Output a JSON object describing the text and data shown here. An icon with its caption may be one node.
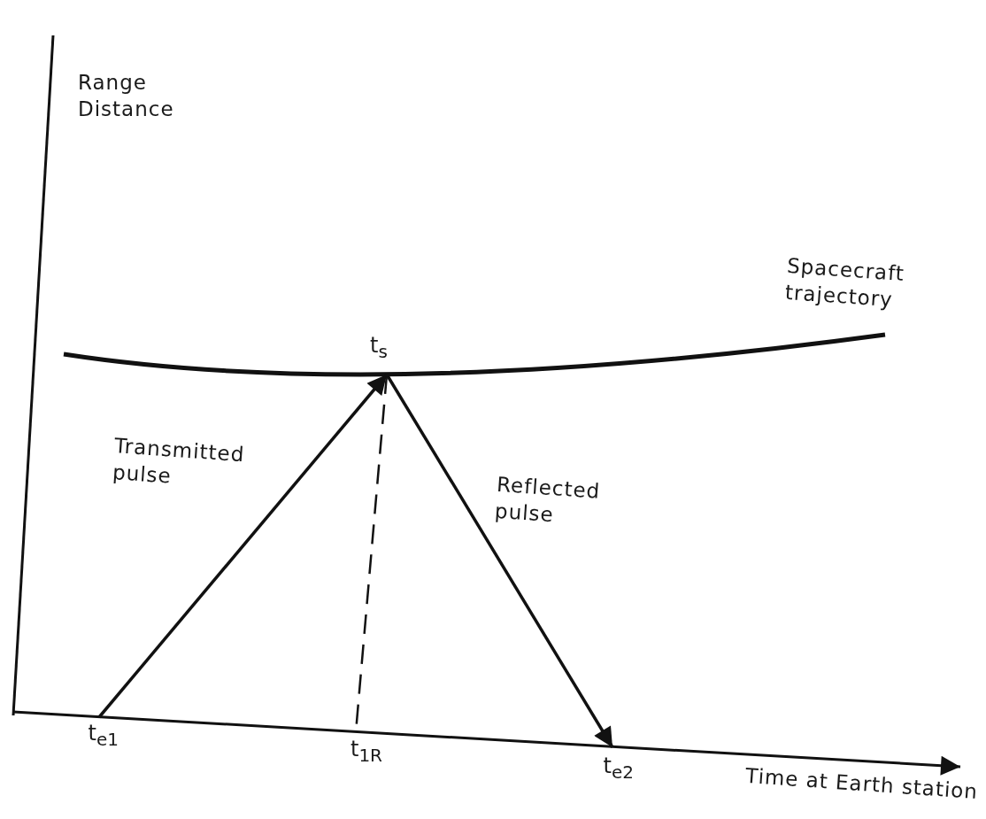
{
  "diagram": {
    "nodes": [
      {
        "text": [
          "t$_{e1}$"
        ]
      },
      {
        "text": [
          "t$_{s}$"
        ]
      },
      {
        "text": [
          "t$_{1R}$"
        ]
      },
      {
        "text": [
          "t$_{e2}$"
        ]
      }
    ],
    "edges": [
      {
        "from": 0,
        "to": 1,
        "arrow": "to",
        "label": "Transmitted pulse"
      },
      {
        "from": 1,
        "to": 3,
        "arrow": "to",
        "label": "Reflected pulse"
      },
      {
        "from": 1,
        "to": 2,
        "arrow": "none",
        "style": "dashed"
      }
    ],
    "labels": [
      "Range Distance",
      "Spacecraft trajectory",
      "Time at Earth station"
    ]
  }
}
